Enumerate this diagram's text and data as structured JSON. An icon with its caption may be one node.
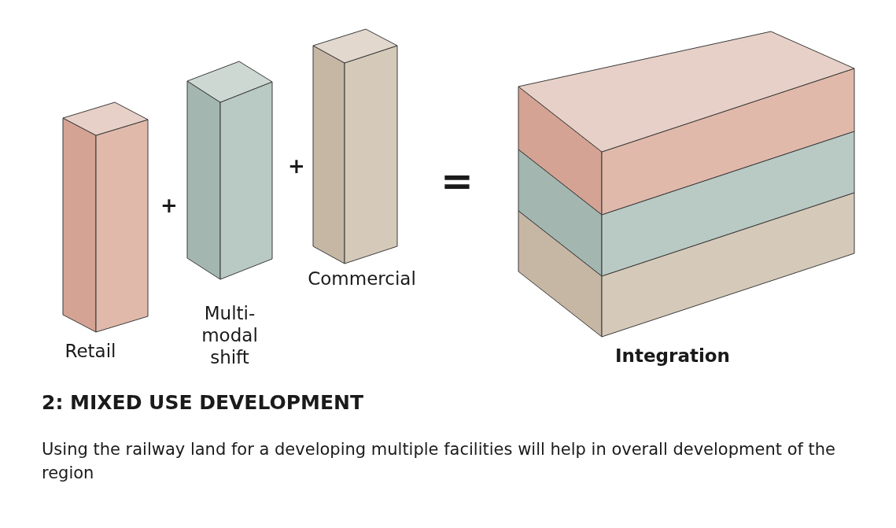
{
  "diagram": {
    "title": "2: MIXED USE DEVELOPMENT",
    "caption": "Using the railway land for a developing multiple facilities will help in overall development of the region",
    "nodes": [
      {
        "text": [
          "Retail"
        ]
      },
      {
        "text": [
          "Multi- modal shift"
        ]
      },
      {
        "text": [
          "Commercial"
        ]
      },
      {
        "text": [
          "Integration"
        ]
      }
    ],
    "labels": [
      "+",
      "+",
      "="
    ]
  }
}
